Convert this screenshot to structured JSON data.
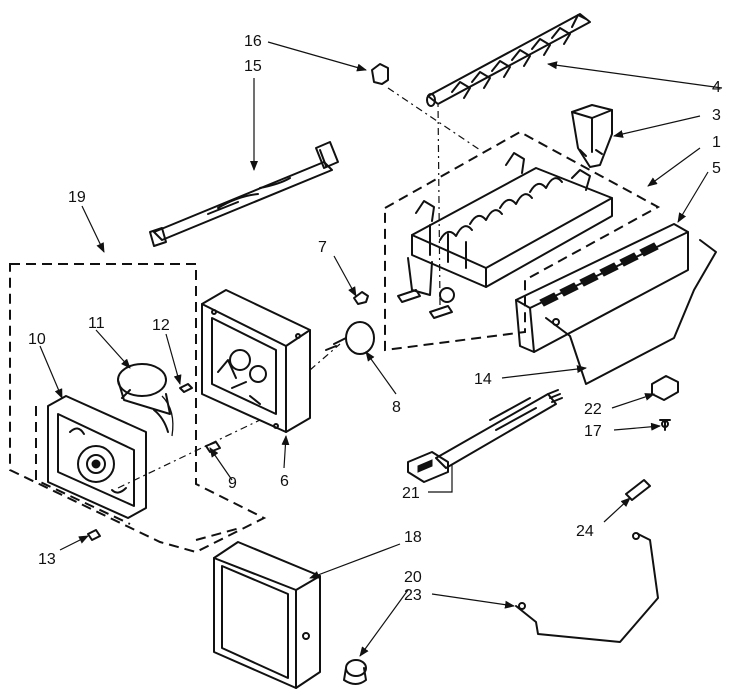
{
  "callouts": {
    "c1": "1",
    "c3": "3",
    "c4": "4",
    "c5": "5",
    "c6": "6",
    "c7": "7",
    "c8": "8",
    "c9": "9",
    "c10": "10",
    "c11": "11",
    "c12": "12",
    "c13": "13",
    "c14": "14",
    "c15": "15",
    "c16": "16",
    "c17": "17",
    "c18": "18",
    "c19": "19",
    "c20": "20",
    "c21": "21",
    "c22": "22",
    "c23": "23",
    "c24": "24"
  },
  "colors": {
    "ink": "#111111",
    "paper": "#ffffff"
  }
}
